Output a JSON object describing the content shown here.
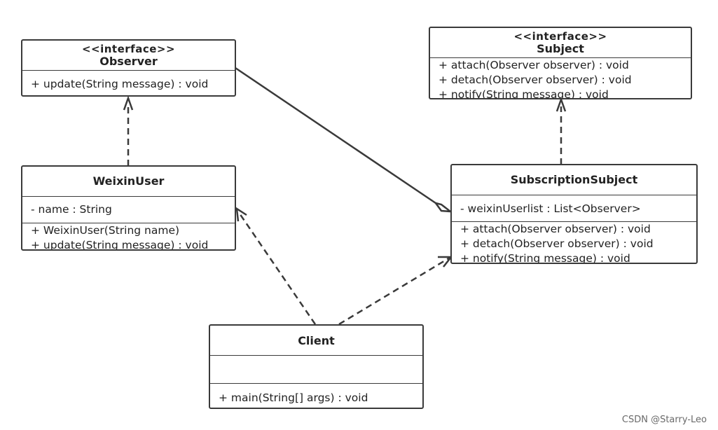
{
  "observer": {
    "stereotype": "<<interface>>",
    "name": "Observer",
    "methods": [
      "+ update(String message) : void"
    ]
  },
  "subject": {
    "stereotype": "<<interface>>",
    "name": "Subject",
    "methods": [
      "+ attach(Observer observer) : void",
      "+ detach(Observer observer) : void",
      "+ notify(String message) : void"
    ]
  },
  "weixin_user": {
    "name": "WeixinUser",
    "attributes": [
      "- name : String"
    ],
    "methods": [
      "+ WeixinUser(String name)",
      "+ update(String message) : void"
    ]
  },
  "subscription_subject": {
    "name": "SubscriptionSubject",
    "attributes": [
      "- weixinUserlist : List<Observer>"
    ],
    "methods": [
      "+ attach(Observer observer) : void",
      "+ detach(Observer observer) : void",
      "+ notify(String message) : void"
    ]
  },
  "client": {
    "name": "Client",
    "methods": [
      "+ main(String[] args) : void"
    ]
  },
  "watermark": "CSDN @Starry-Leo"
}
